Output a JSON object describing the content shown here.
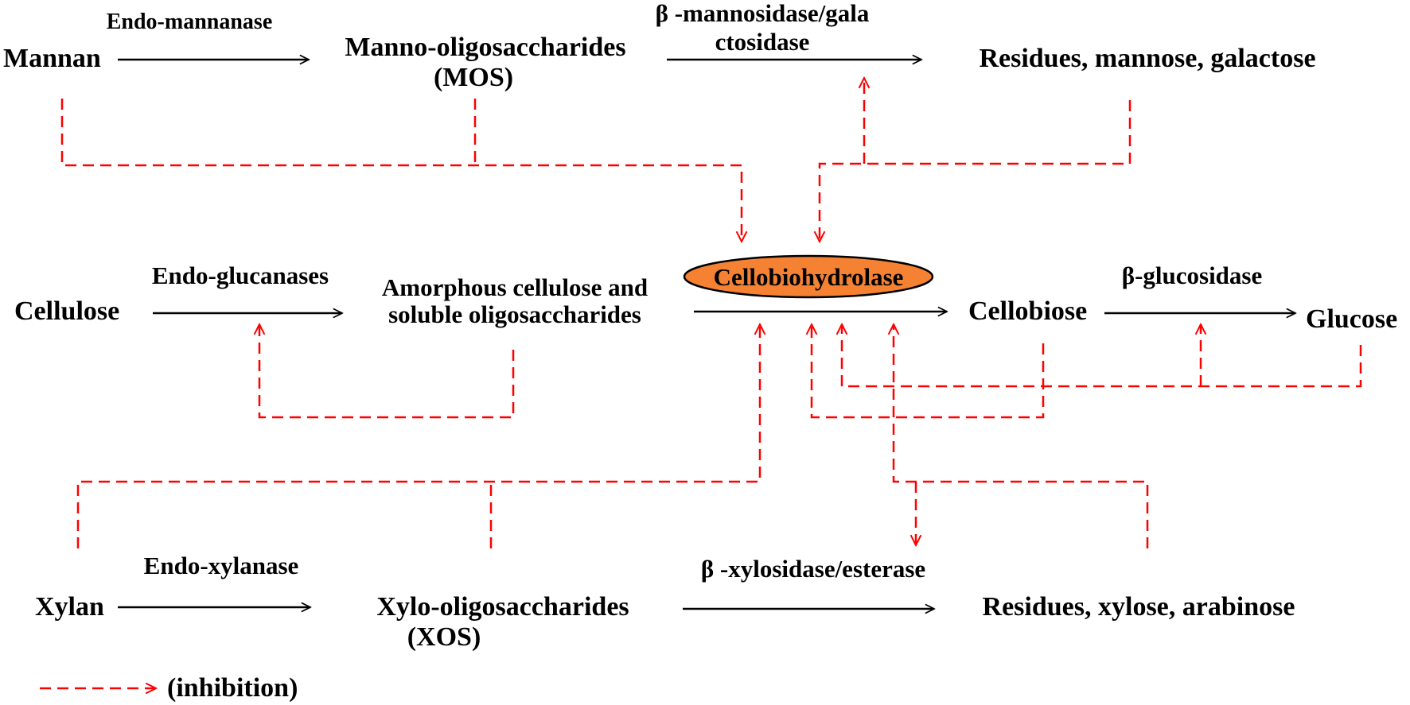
{
  "nodes": {
    "mannan": "Mannan",
    "mos_line1": "Manno-oligosaccharides",
    "mos_line2": "(MOS)",
    "residues_man": "Residues, mannose, galactose",
    "cellulose": "Cellulose",
    "amorphous_line1": "Amorphous cellulose and",
    "amorphous_line2": "soluble oligosaccharides",
    "cellobiose": "Cellobiose",
    "glucose": "Glucose",
    "xylan": "Xylan",
    "xos_line1": "Xylo-oligosaccharides",
    "xos_line2": "(XOS)",
    "residues_xyl": "Residues, xylose, arabinose"
  },
  "enzymes": {
    "endo_mannanase": "Endo-mannanase",
    "mannosidase_line1": "β -mannosidase/gala",
    "mannosidase_line2": "ctosidase",
    "endo_glucanases": "Endo-glucanases",
    "cellobiohydrolase": "Cellobiohydrolase",
    "glucosidase": "β-glucosidase",
    "endo_xylanase": "Endo-xylanase",
    "xylosidase": "β -xylosidase/esterase"
  },
  "legend": {
    "inhibition": "(inhibition)"
  },
  "colors": {
    "inhibition": "#ff0000",
    "enzyme_fill": "#f58133",
    "text": "#000000"
  }
}
